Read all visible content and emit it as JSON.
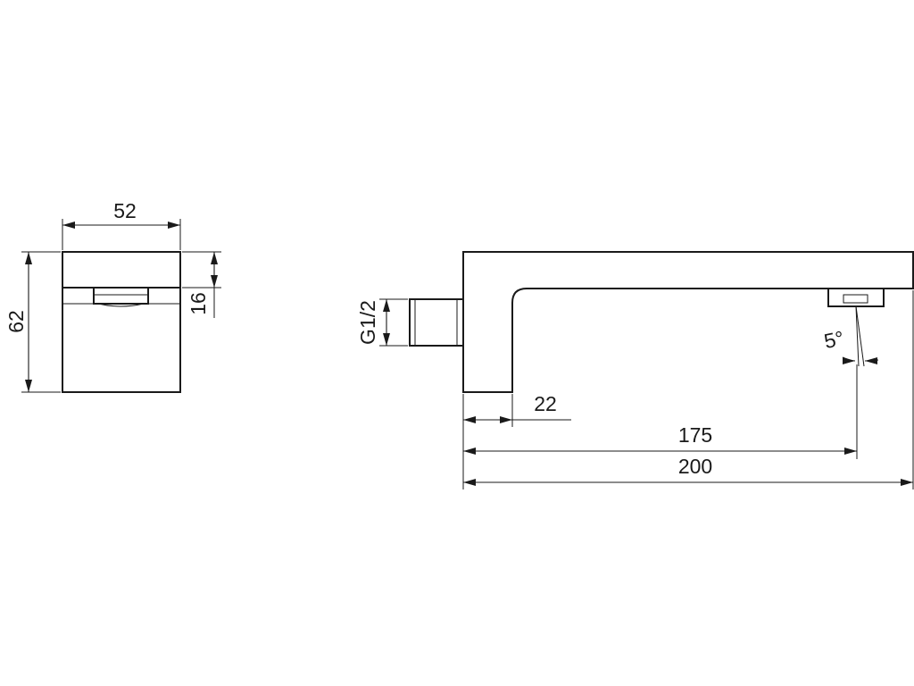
{
  "dimensions": {
    "width_52": "52",
    "height_62": "62",
    "depth_16": "16",
    "thread_g12": "G1/2",
    "angle_5": "5°",
    "length_22": "22",
    "length_175": "175",
    "length_200": "200"
  },
  "colors": {
    "line": "#1a1a1a",
    "background": "#ffffff"
  }
}
